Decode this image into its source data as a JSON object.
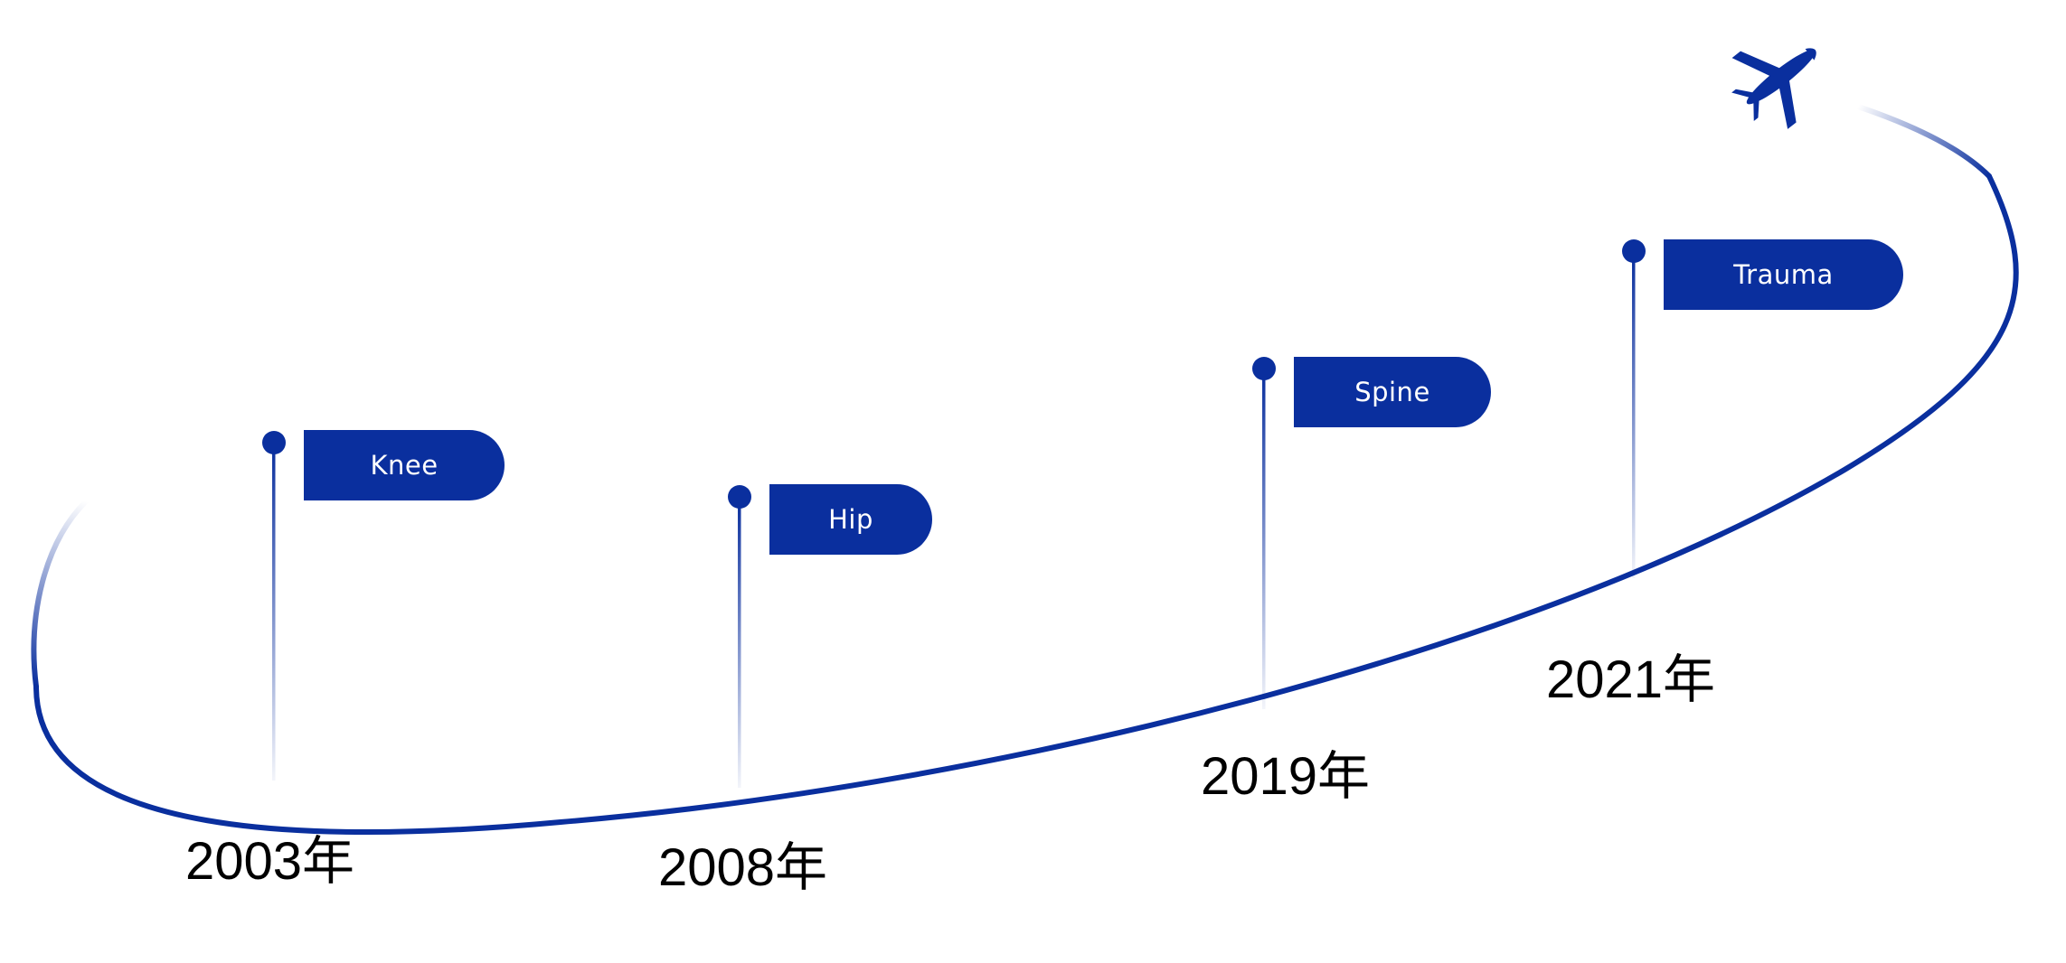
{
  "colors": {
    "accent": "#0a2f9e",
    "text": "#000000",
    "background": "#ffffff"
  },
  "plane_icon": "airplane-icon",
  "milestones": [
    {
      "label": "Knee",
      "year": "2003年"
    },
    {
      "label": "Hip",
      "year": "2008年"
    },
    {
      "label": "Spine",
      "year": "2019年"
    },
    {
      "label": "Trauma",
      "year": "2021年"
    }
  ]
}
